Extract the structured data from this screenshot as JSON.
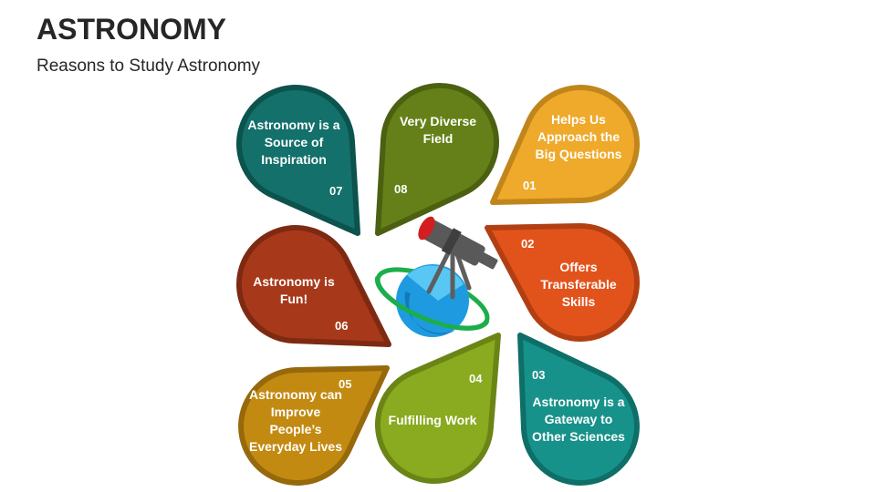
{
  "title": "ASTRONOMY",
  "subtitle": "Reasons to Study Astronomy",
  "center_icon": "telescope-planet-icon",
  "petals": [
    {
      "number": "01",
      "label": "Helps Us Approach the Big Questions",
      "color": "#EFA92B",
      "border": "#C1861B"
    },
    {
      "number": "02",
      "label": "Offers Transferable Skills",
      "color": "#E2531C",
      "border": "#B23F12"
    },
    {
      "number": "03",
      "label": "Astronomy is a Gateway to Other Sciences",
      "color": "#17928A",
      "border": "#0E6E68"
    },
    {
      "number": "04",
      "label": "Fulfilling Work",
      "color": "#8AAA1F",
      "border": "#6A8516"
    },
    {
      "number": "05",
      "label": "Astronomy can Improve People’s Everyday Lives",
      "color": "#C38A12",
      "border": "#96690C"
    },
    {
      "number": "06",
      "label": "Astronomy is Fun!",
      "color": "#A7391A",
      "border": "#7E2A12"
    },
    {
      "number": "07",
      "label": "Astronomy is a Source of Inspiration",
      "color": "#13706A",
      "border": "#0C524D"
    },
    {
      "number": "08",
      "label": "Very Diverse Field",
      "color": "#658018",
      "border": "#4B6011"
    }
  ]
}
